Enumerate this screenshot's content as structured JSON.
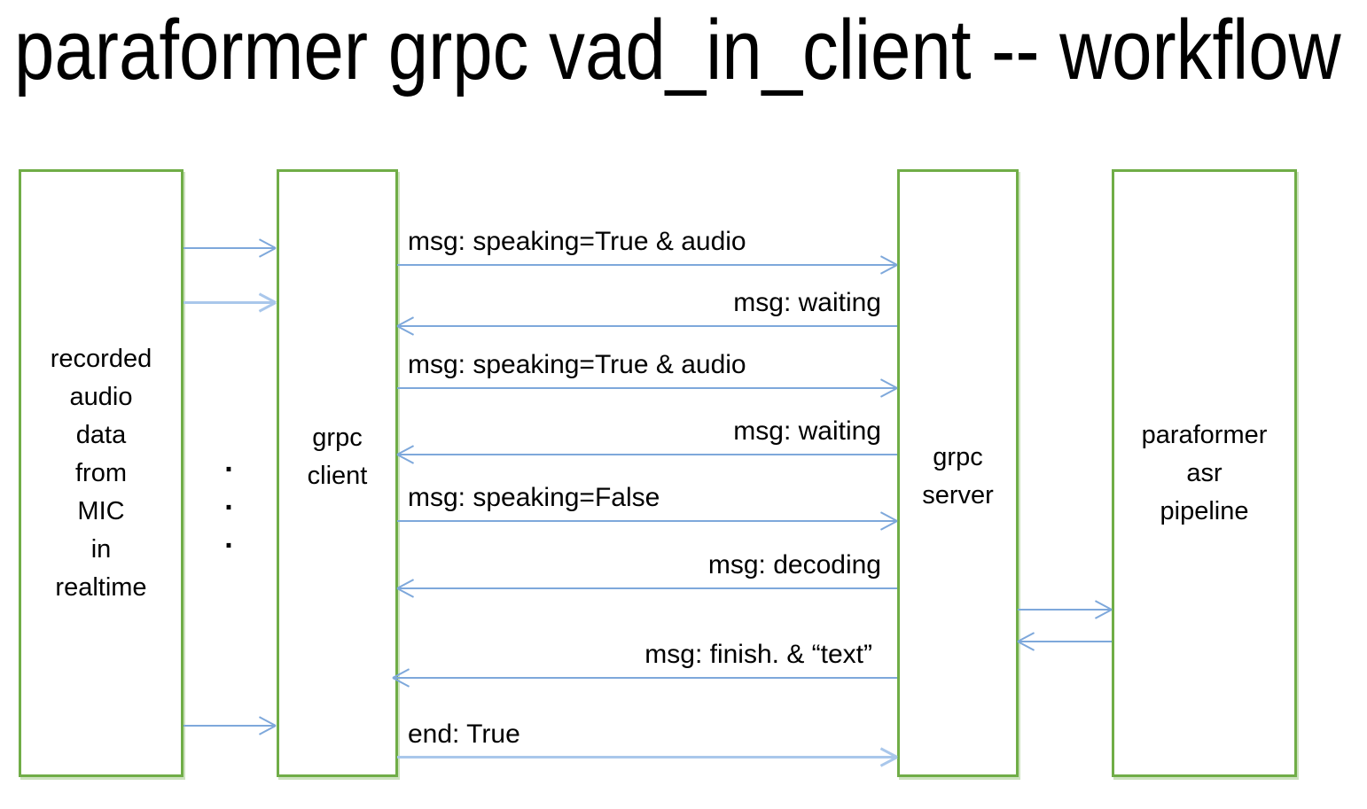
{
  "title": "paraformer grpc vad_in_client -- workflow",
  "colors": {
    "box_border": "#70AD47",
    "arrow": "#7EA8DB",
    "arrow_light": "#A9C7EB",
    "text": "#000000",
    "background": "#FFFFFF"
  },
  "boxes": {
    "mic_source": {
      "label": "recorded\naudio\ndata\nfrom\nMIC\nin\nrealtime"
    },
    "grpc_client": {
      "label": "grpc\nclient"
    },
    "grpc_server": {
      "label": "grpc\nserver"
    },
    "asr_pipeline": {
      "label": "paraformer\nasr\npipeline"
    }
  },
  "ellipsis": ".\n.\n.",
  "messages": [
    {
      "text": "msg: speaking=True & audio",
      "from": "grpc_client",
      "to": "grpc_server",
      "direction": "right"
    },
    {
      "text": "msg: waiting",
      "from": "grpc_server",
      "to": "grpc_client",
      "direction": "left"
    },
    {
      "text": "msg: speaking=True & audio",
      "from": "grpc_client",
      "to": "grpc_server",
      "direction": "right"
    },
    {
      "text": "msg: waiting",
      "from": "grpc_server",
      "to": "grpc_client",
      "direction": "left"
    },
    {
      "text": "msg: speaking=False",
      "from": "grpc_client",
      "to": "grpc_server",
      "direction": "right"
    },
    {
      "text": "msg: decoding",
      "from": "grpc_server",
      "to": "grpc_client",
      "direction": "left"
    },
    {
      "text": "msg: finish. &  “text”",
      "from": "grpc_server",
      "to": "grpc_client",
      "direction": "left"
    },
    {
      "text": "end: True",
      "from": "grpc_client",
      "to": "grpc_server",
      "direction": "right"
    }
  ],
  "unlabeled_arrows": {
    "mic_to_client": [
      "right",
      "right",
      "right"
    ],
    "server_to_pipeline": [
      "right",
      "left"
    ]
  }
}
